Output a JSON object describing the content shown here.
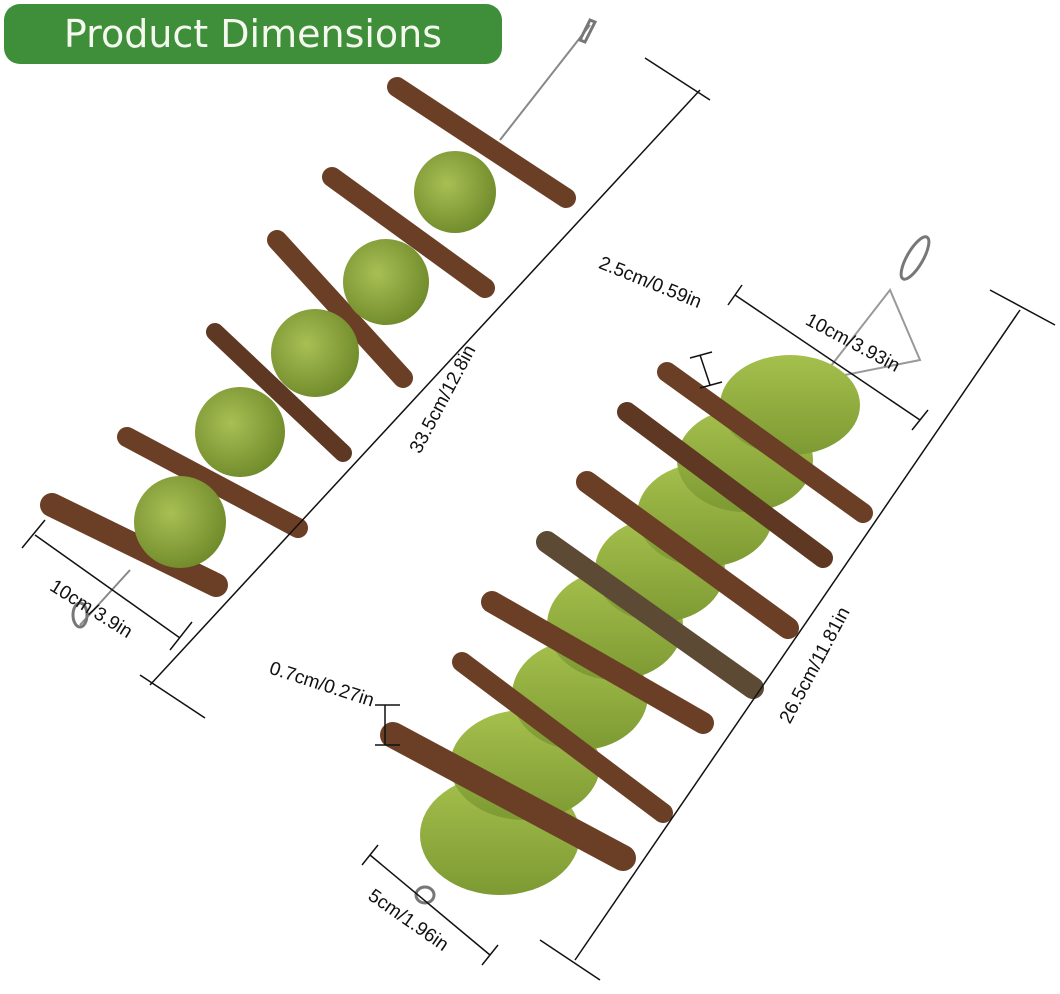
{
  "banner": {
    "title": "Product Dimensions"
  },
  "colors": {
    "banner": "#3f8f3a",
    "stick": "#6b3f26",
    "hay": "#8aa83a"
  },
  "left_toy": {
    "length_label": "33.5cm/12.8in",
    "stick_width_label": "10cm/3.9in"
  },
  "right_toy": {
    "thickness_label": "2.5cm/0.59in",
    "stick_width_label": "10cm/3.93in",
    "stick_diameter_label": "0.7cm/0.27in",
    "length_label": "26.5cm/11.81in",
    "disc_width_label": "5cm/1.96in"
  }
}
